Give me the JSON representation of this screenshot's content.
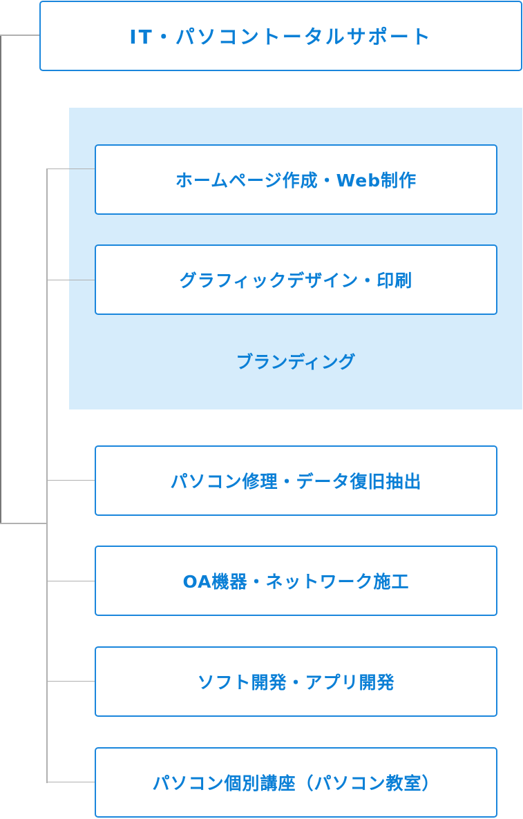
{
  "root": {
    "label": "IT・パソコントータルサポート"
  },
  "branding_group": {
    "label": "ブランディング",
    "items": [
      "ホームページ作成・Web制作",
      "グラフィックデザイン・印刷"
    ]
  },
  "items": [
    "パソコン修理・データ復旧抽出",
    "OA機器・ネットワーク施工",
    "ソフト開発・アプリ開発",
    "パソコン個別講座（パソコン教室）"
  ],
  "colors": {
    "accent": "#0a7fd6",
    "panel": "#d6ecfb",
    "line": "#b0b0b0"
  }
}
